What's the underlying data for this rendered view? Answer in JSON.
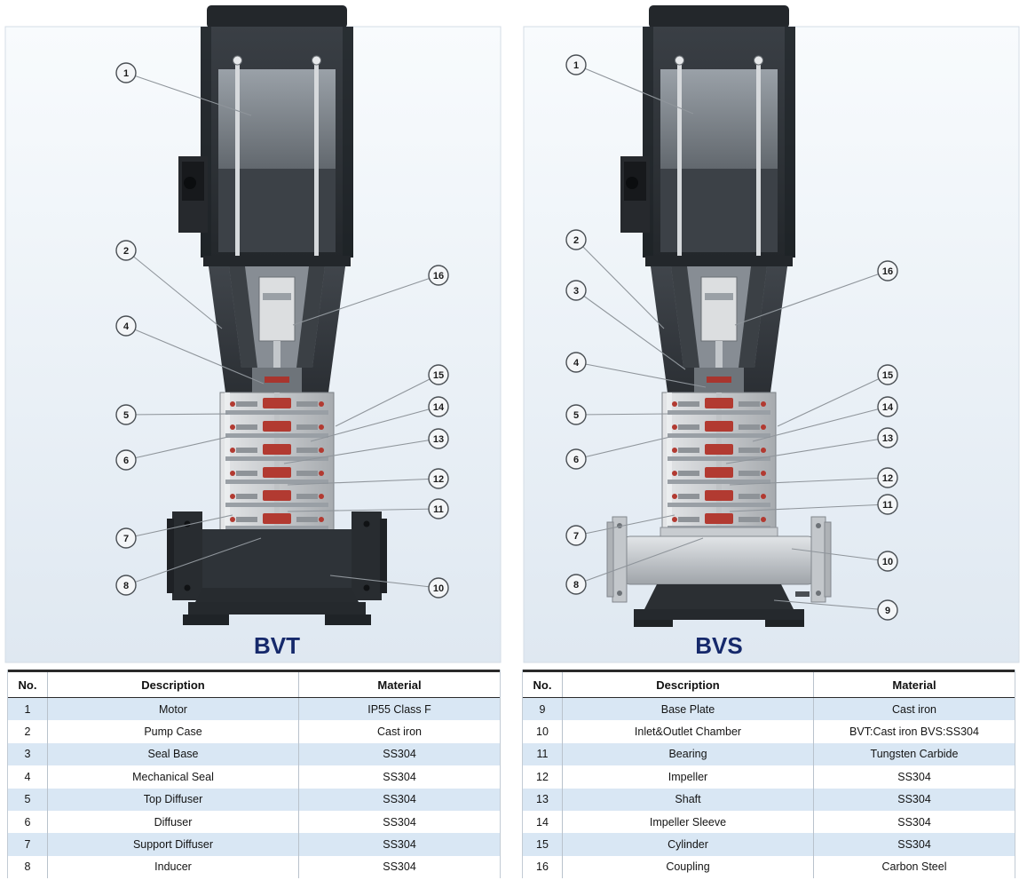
{
  "diagrams": {
    "bvt": {
      "label": "BVT",
      "callouts": [
        "1",
        "2",
        "4",
        "5",
        "6",
        "7",
        "8",
        "16",
        "15",
        "14",
        "13",
        "12",
        "11",
        "10"
      ]
    },
    "bvs": {
      "label": "BVS",
      "callouts": [
        "1",
        "2",
        "3",
        "4",
        "5",
        "6",
        "7",
        "8",
        "16",
        "15",
        "14",
        "13",
        "12",
        "11",
        "10",
        "9"
      ]
    }
  },
  "tables": {
    "left": {
      "headers": [
        "No.",
        "Description",
        "Material"
      ],
      "rows": [
        [
          "1",
          "Motor",
          "IP55 Class F"
        ],
        [
          "2",
          "Pump Case",
          "Cast iron"
        ],
        [
          "3",
          "Seal Base",
          "SS304"
        ],
        [
          "4",
          "Mechanical Seal",
          "SS304"
        ],
        [
          "5",
          "Top Diffuser",
          "SS304"
        ],
        [
          "6",
          "Diffuser",
          "SS304"
        ],
        [
          "7",
          "Support Diffuser",
          "SS304"
        ],
        [
          "8",
          "Inducer",
          "SS304"
        ]
      ]
    },
    "right": {
      "headers": [
        "No.",
        "Description",
        "Material"
      ],
      "rows": [
        [
          "9",
          "Base Plate",
          "Cast iron"
        ],
        [
          "10",
          "Inlet&Outlet Chamber",
          "BVT:Cast iron BVS:SS304"
        ],
        [
          "11",
          "Bearing",
          "Tungsten Carbide"
        ],
        [
          "12",
          "Impeller",
          "SS304"
        ],
        [
          "13",
          "Shaft",
          "SS304"
        ],
        [
          "14",
          "Impeller Sleeve",
          "SS304"
        ],
        [
          "15",
          "Cylinder",
          "SS304"
        ],
        [
          "16",
          "Coupling",
          "Carbon Steel"
        ]
      ]
    }
  }
}
